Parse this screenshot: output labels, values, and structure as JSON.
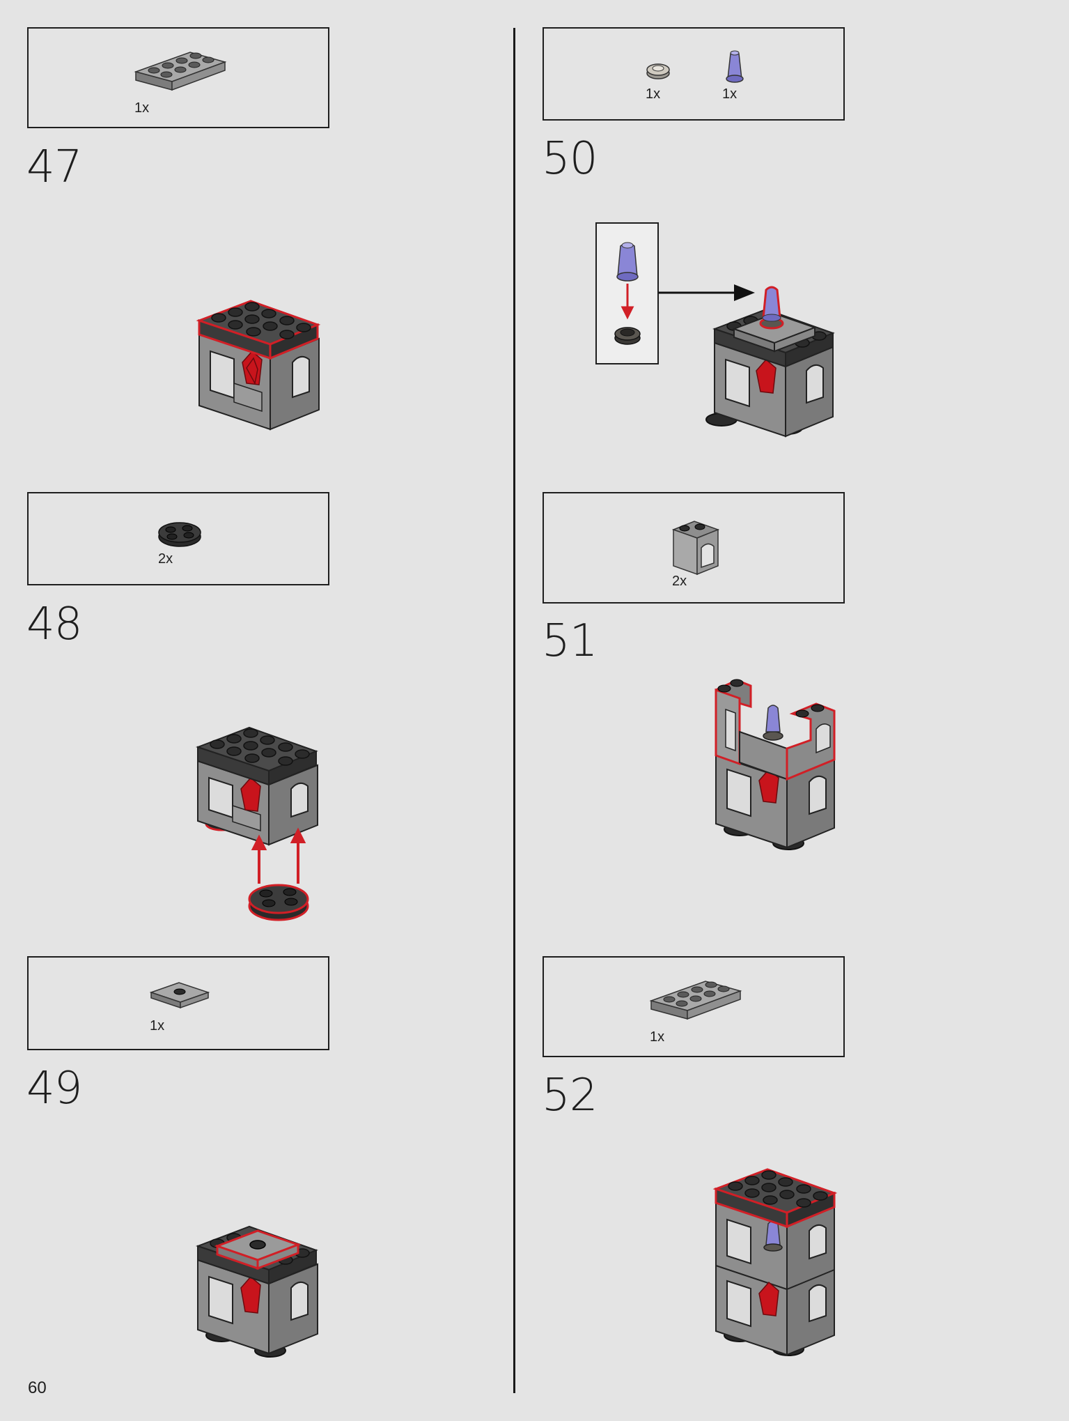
{
  "page": {
    "number": "60"
  },
  "steps": [
    {
      "number": "47",
      "parts": [
        {
          "part": "gray-plate-2x4",
          "qty": "1x"
        }
      ]
    },
    {
      "number": "48",
      "parts": [
        {
          "part": "black-round-plate-2x2",
          "qty": "2x"
        }
      ]
    },
    {
      "number": "49",
      "parts": [
        {
          "part": "gray-tile-2x2-with-center-stud",
          "qty": "1x"
        }
      ]
    },
    {
      "number": "50",
      "parts": [
        {
          "part": "silver-round-plate-1x1",
          "qty": "1x"
        },
        {
          "part": "trans-purple-cone-1x1",
          "qty": "1x"
        }
      ]
    },
    {
      "number": "51",
      "parts": [
        {
          "part": "gray-window-frame-1x2x2",
          "qty": "2x"
        }
      ]
    },
    {
      "number": "52",
      "parts": [
        {
          "part": "gray-plate-2x4",
          "qty": "1x"
        }
      ]
    }
  ],
  "colors": {
    "background": "#e4e4e4",
    "brick_gray": "#8e8e8e",
    "brick_gray_dark": "#6c6c6c",
    "brick_black": "#2b2b2b",
    "highlight_red": "#d11f26",
    "crystal_red": "#c8141c",
    "trans_purple": "#8a86d6"
  }
}
